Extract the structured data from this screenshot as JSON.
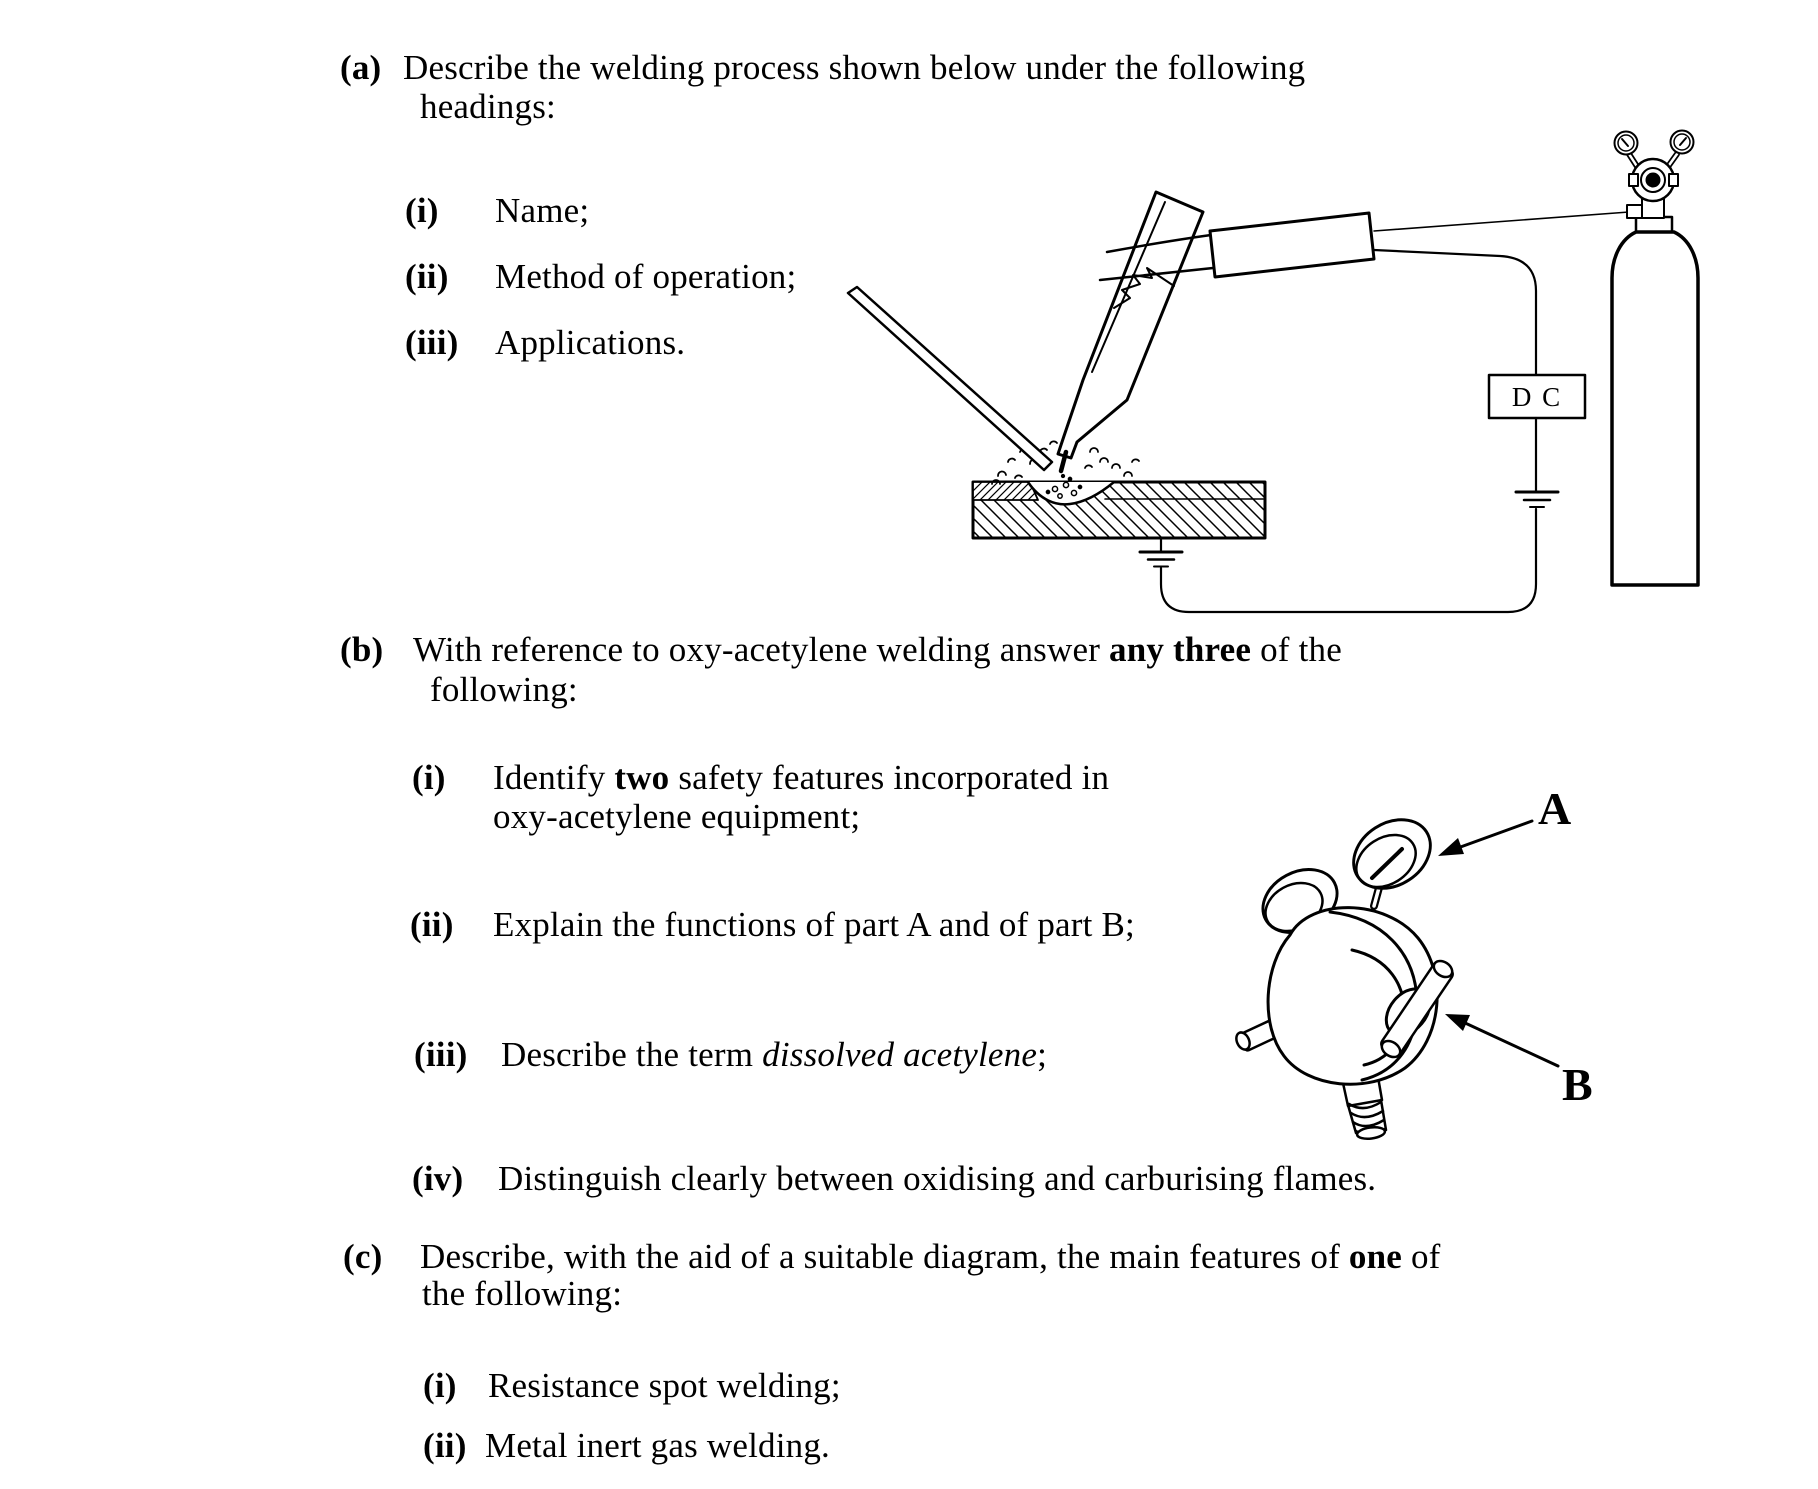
{
  "colors": {
    "ink": "#000000",
    "paper": "#ffffff"
  },
  "question": {
    "part_a": {
      "marker": "(a)",
      "line1": "Describe the welding process shown below under the following",
      "line2": "headings:",
      "items": [
        {
          "marker": "(i)",
          "text": "Name;"
        },
        {
          "marker": "(ii)",
          "text": "Method of operation;"
        },
        {
          "marker": "(iii)",
          "text": "Applications."
        }
      ]
    },
    "part_b": {
      "marker": "(b)",
      "line1_pre": "With reference to oxy-acetylene welding answer ",
      "line1_bold": "any three",
      "line1_post": " of the",
      "line2": "following:",
      "items": {
        "i": {
          "marker": "(i)",
          "pre": "Identify ",
          "bold": "two",
          "post": " safety features incorporated in",
          "line2": "oxy-acetylene equipment;"
        },
        "ii": {
          "marker": "(ii)",
          "text": "Explain the functions of part A and of part B;"
        },
        "iii": {
          "marker": "(iii)",
          "pre": "Describe the term ",
          "italic": "dissolved acetylene",
          "post": ";"
        },
        "iv": {
          "marker": "(iv)",
          "text": "Distinguish clearly between oxidising and carburising flames."
        }
      }
    },
    "part_c": {
      "marker": "(c)",
      "line1_pre": "Describe, with the aid of a suitable diagram, the main features of ",
      "line1_bold": "one",
      "line1_post": " of",
      "line2": "the following:",
      "items": [
        {
          "marker": "(i)",
          "text": "Resistance spot welding;"
        },
        {
          "marker": "(ii)",
          "text": "Metal inert gas welding."
        }
      ]
    }
  },
  "diagram_tig": {
    "power_label": "D C"
  },
  "diagram_regulator": {
    "label_a": "A",
    "label_b": "B"
  }
}
